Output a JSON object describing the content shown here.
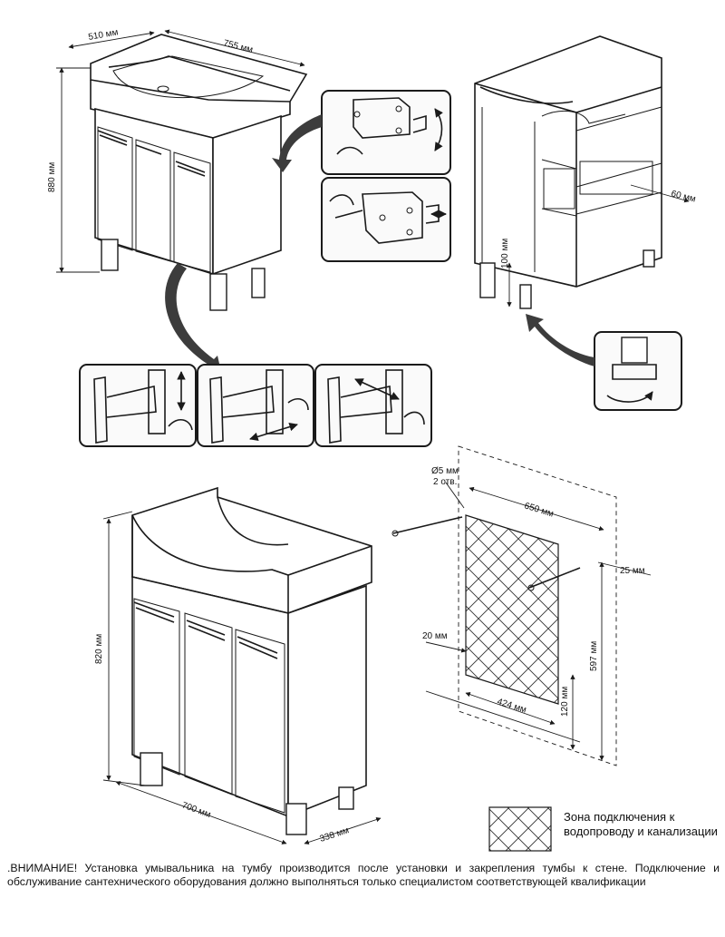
{
  "dimensions": {
    "top_depth": "510 мм",
    "top_width": "755 мм",
    "top_height": "880 мм",
    "side_offset": "60 мм",
    "leg_height": "100 мм",
    "hole_diameter": "Ø5 мм",
    "hole_count": "2 отв.",
    "zone_width": "650 мм",
    "right_offset": "25 мм",
    "left_offset": "20 мм",
    "zone_height": "597 мм",
    "bottom_offset": "120 мм",
    "zone_lower_width": "424 мм",
    "cab_height": "820 мм",
    "cab_width": "700 мм",
    "cab_depth": "338 мм"
  },
  "legend": {
    "label": "Зона подключения к водопроводу и канализации"
  },
  "warning": ".ВНИМАНИЕ! Установка умывальника на тумбу производится после установки и закрепления тумбы к стене. Подключение и обслуживание сантехнического оборудования должно выполняться только специалистом соответствующей квалификации",
  "colors": {
    "line": "#1a1a1a",
    "arrow": "#3c3c3c",
    "background": "#ffffff"
  }
}
